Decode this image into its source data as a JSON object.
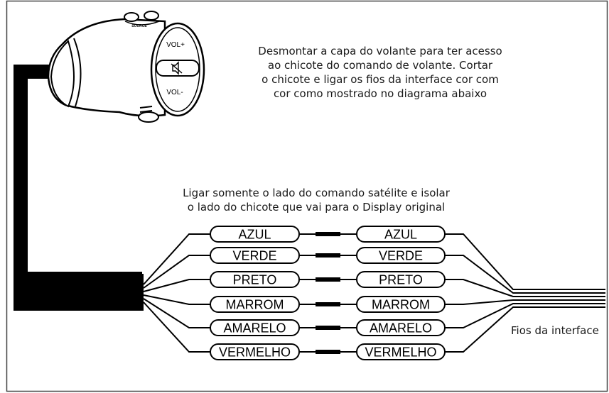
{
  "instruction_top": {
    "lines": [
      "Desmontar a capa do volante para ter acesso",
      "ao chicote do comando de volante. Cortar",
      "o chicote e ligar os fios da interface cor com",
      "cor como mostrado no diagrama abaixo"
    ]
  },
  "instruction_mid": {
    "lines": [
      "Ligar somente o lado do comando satélite e isolar",
      "o lado do chicote que vai para o Display original"
    ]
  },
  "control": {
    "source_label": "SOURCE",
    "vol_up_label": "VOL+",
    "vol_down_label": "VOL-",
    "mute_icon": "mute-speaker-icon"
  },
  "wires": [
    {
      "left_label": "AZUL",
      "right_label": "AZUL"
    },
    {
      "left_label": "VERDE",
      "right_label": "VERDE"
    },
    {
      "left_label": "PRETO",
      "right_label": "PRETO"
    },
    {
      "left_label": "MARROM",
      "right_label": "MARROM"
    },
    {
      "left_label": "AMARELO",
      "right_label": "AMARELO"
    },
    {
      "left_label": "VERMELHO",
      "right_label": "VERMELHO"
    }
  ],
  "interface_label": "Fios da interface",
  "colors": {
    "line": "#000000",
    "border": "#444444",
    "control_fill": "#ffffff"
  }
}
